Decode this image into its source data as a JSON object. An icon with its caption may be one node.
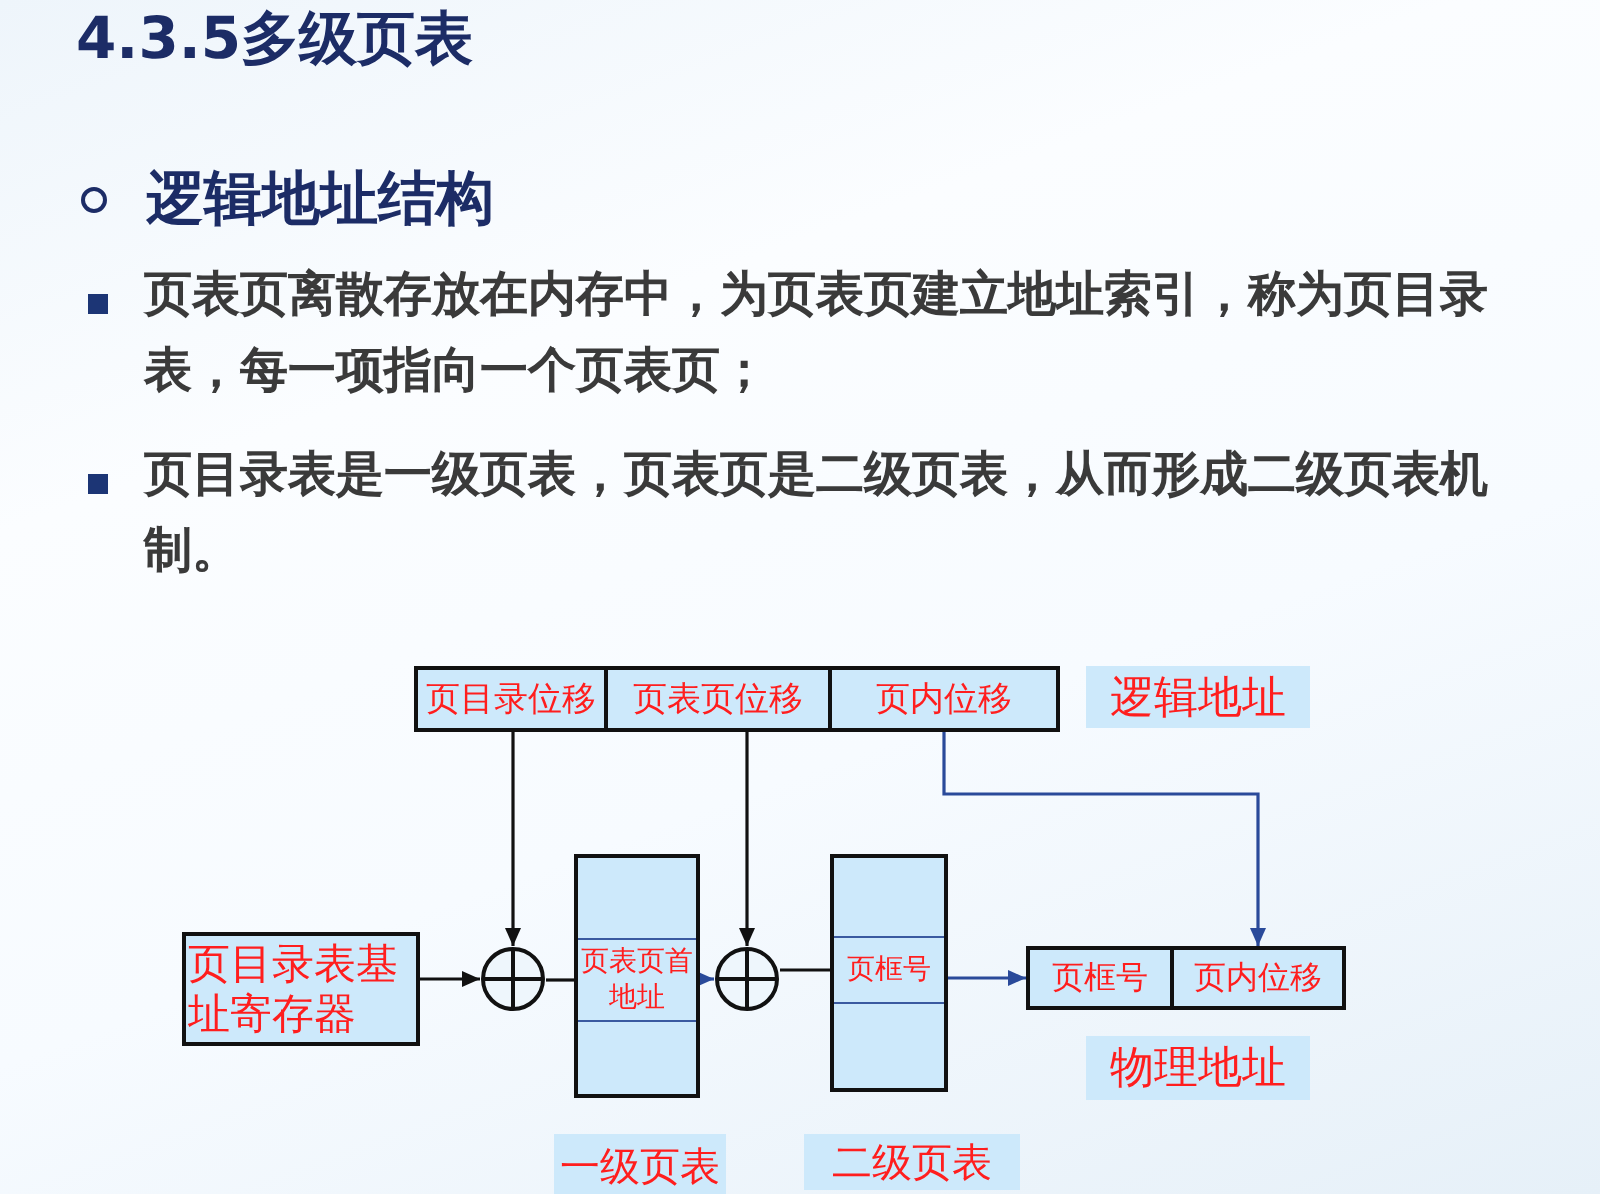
{
  "diagram": {
    "title": "4.3.5多级页表",
    "nodes": [
      {
        "text": [
          "页目录位移"
        ]
      },
      {
        "text": [
          "页表页位移"
        ]
      },
      {
        "text": [
          "页内位移"
        ]
      },
      {
        "text": [
          "页目录表基址寄存器"
        ]
      },
      {
        "text": [],
        "shape": "circle"
      },
      {
        "text": [
          "一级页表"
        ]
      },
      {
        "text": [
          "页表页首地址"
        ],
        "in": 5
      },
      {
        "text": [],
        "shape": "circle"
      },
      {
        "text": [
          "二级页表"
        ]
      },
      {
        "text": [
          "页框号"
        ],
        "in": 8
      },
      {
        "text": [
          "页框号"
        ]
      },
      {
        "text": [
          "页内位移"
        ]
      }
    ],
    "edges": [
      {
        "from": 0,
        "to": 4,
        "arrow": "to"
      },
      {
        "from": 3,
        "to": 4,
        "arrow": "to"
      },
      {
        "from": 4,
        "to": 6,
        "arrow": "none"
      },
      {
        "from": 6,
        "to": 7,
        "arrow": "to",
        "color": "#2a4a9a"
      },
      {
        "from": 1,
        "to": 7,
        "arrow": "to"
      },
      {
        "from": 7,
        "to": 9,
        "arrow": "none"
      },
      {
        "from": 9,
        "to": 10,
        "arrow": "to",
        "color": "#2a4a9a"
      },
      {
        "from": 2,
        "to": 11,
        "arrow": "to",
        "color": "#2a4a9a"
      }
    ],
    "labels": [
      "逻辑地址结构",
      "页表页离散存放在内存中，为页表页建立地址索引，称为页目录表，每一项指向一个页表页；",
      "页目录表是一级页表，页表页是二级页表，从而形成二级页表机制。",
      "逻辑地址",
      "物理地址"
    ]
  }
}
